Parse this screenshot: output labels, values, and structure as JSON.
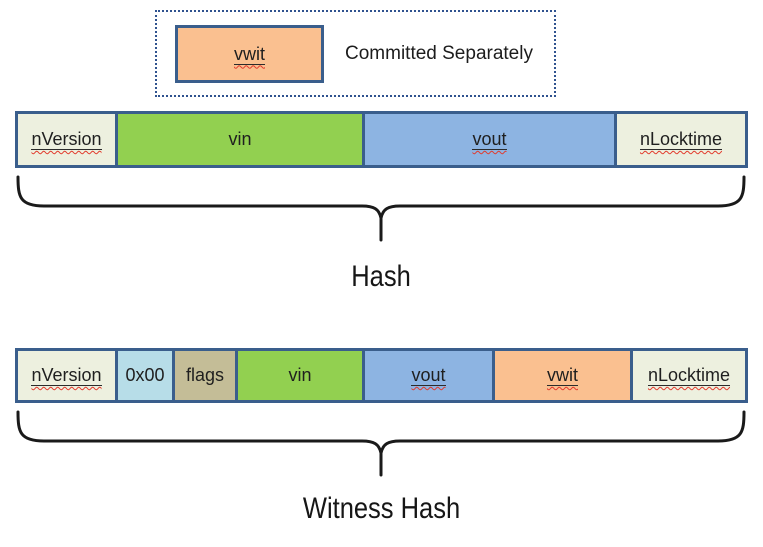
{
  "legend": {
    "swatch_label": "vwit",
    "swatch_color": "#FAC090",
    "caption": "Committed Separately"
  },
  "colors": {
    "box_border": "#3A5E8C",
    "legend_dotted_border": "#2F528F",
    "brace_stroke": "#1A1A1A",
    "squiggle_red": "#E23A2C",
    "cream": "#EDF0DF",
    "green": "#92D050",
    "blue": "#8DB4E2",
    "orange": "#FAC090",
    "light_blue": "#B7DDE8",
    "tan": "#C4BD97"
  },
  "hash_diagram": {
    "cells": [
      {
        "label": "nVersion",
        "color": "#EDF0DF",
        "misspelled": true
      },
      {
        "label": "vin",
        "color": "#92D050",
        "misspelled": false
      },
      {
        "label": "vout",
        "color": "#8DB4E2",
        "misspelled": true
      },
      {
        "label": "nLocktime",
        "color": "#EDF0DF",
        "misspelled": true
      }
    ],
    "brace_label": "Hash"
  },
  "witness_diagram": {
    "cells": [
      {
        "label": "nVersion",
        "color": "#EDF0DF",
        "misspelled": true
      },
      {
        "label": "0x00",
        "color": "#B7DDE8",
        "misspelled": false
      },
      {
        "label": "flags",
        "color": "#C4BD97",
        "misspelled": false
      },
      {
        "label": "vin",
        "color": "#92D050",
        "misspelled": false
      },
      {
        "label": "vout",
        "color": "#8DB4E2",
        "misspelled": true
      },
      {
        "label": "vwit",
        "color": "#FAC090",
        "misspelled": true
      },
      {
        "label": "nLocktime",
        "color": "#EDF0DF",
        "misspelled": true
      }
    ],
    "brace_label": "Witness Hash"
  }
}
